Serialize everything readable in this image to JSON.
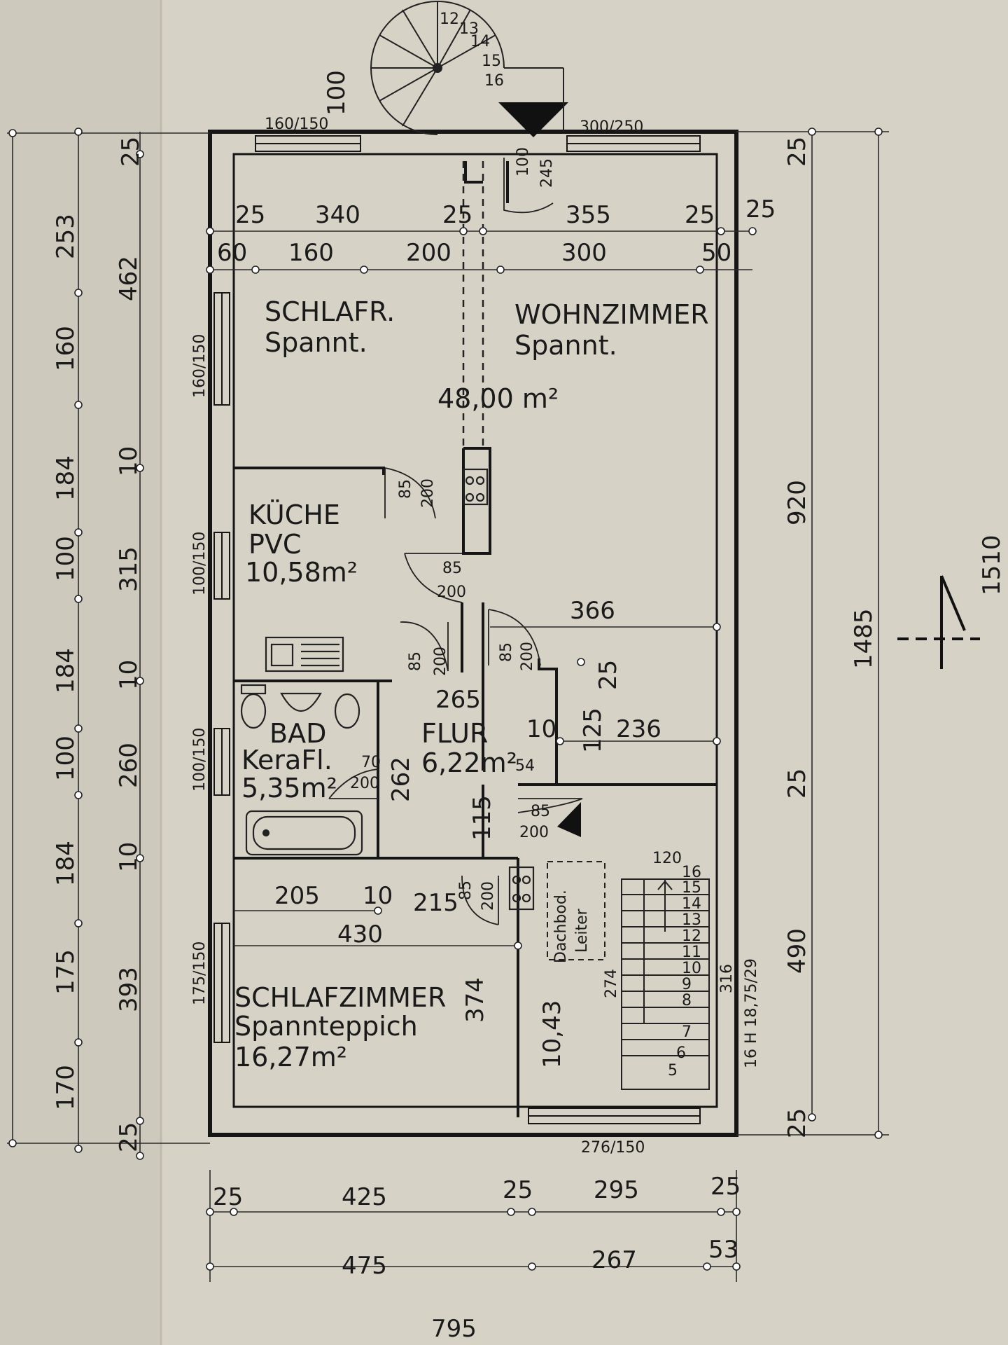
{
  "rooms": {
    "schlafr_name": "SCHLAFR.",
    "schlafr_floor": "Spannt.",
    "wohn_name": "WOHNZIMMER",
    "wohn_floor": "Spannt.",
    "wohn_area": "48,00 m²",
    "kueche_name": "KÜCHE",
    "kueche_floor": "PVC",
    "kueche_area": "10,58m²",
    "bad_name": "BAD",
    "bad_floor": "KeraFl.",
    "bad_area": "5,35m²",
    "flur_name": "FLUR",
    "flur_area": "6,22m²",
    "schlafz_name": "SCHLAFZIMMER",
    "schlafz_floor": "Spannteppich",
    "schlafz_area": "16,27m²",
    "dachboden_l1": "Dachbod.",
    "dachboden_l2": "Leiter"
  },
  "dims_left": [
    "25",
    "253",
    "462",
    "160",
    "184",
    "10",
    "100",
    "315",
    "184",
    "10",
    "100",
    "260",
    "184",
    "10",
    "175",
    "393",
    "170",
    "25"
  ],
  "dims_top_row1": [
    "25",
    "340",
    "25",
    "355",
    "25",
    "25"
  ],
  "dims_top_row2": [
    "60",
    "160",
    "200",
    "300",
    "50"
  ],
  "dims_windows": [
    "160/150",
    "300/250",
    "160/150",
    "100/150",
    "100/150",
    "175/150",
    "276/150"
  ],
  "dims_right": [
    "25",
    "920",
    "1485",
    "1510",
    "25",
    "490",
    "25",
    "316",
    "16 H 18,75/29"
  ],
  "dims_bottom": [
    "25",
    "425",
    "25",
    "295",
    "25",
    "475",
    "267",
    "53",
    "795"
  ],
  "dims_inner": {
    "d366": "366",
    "d265": "265",
    "d10a": "10",
    "d125": "125",
    "d236": "236",
    "d25a": "25",
    "d54": "54",
    "d262": "262",
    "d115": "115",
    "d205": "205",
    "d10b": "10",
    "d215": "215",
    "d430": "430",
    "d374": "374",
    "d1043": "10,43",
    "d274": "274",
    "d120": "120",
    "d100s": "100",
    "d245": "245",
    "stair_top_100": "100"
  },
  "doors": {
    "d1a": "85",
    "d1b": "200",
    "d2a": "85",
    "d2b": "200",
    "d3a": "85",
    "d3b": "200",
    "d4a": "85",
    "d4b": "200",
    "d5a": "70",
    "d5b": "200",
    "d6a": "85",
    "d6b": "200",
    "d7a": "85",
    "d7b": "200"
  },
  "spiral_steps": [
    "12",
    "13",
    "14",
    "15",
    "16"
  ],
  "stair_steps": [
    "16",
    "15",
    "14",
    "13",
    "12",
    "11",
    "10",
    "9",
    "8",
    "7",
    "6",
    "5"
  ]
}
